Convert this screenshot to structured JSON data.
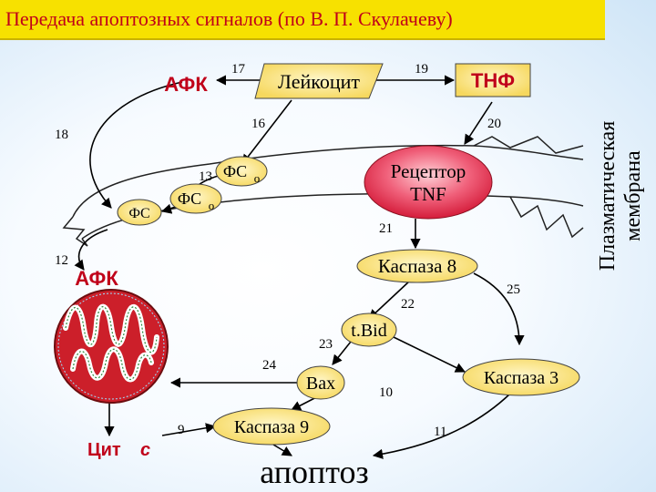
{
  "title": "Передача апоптозных сигналов (по В. П. Скулачеву)",
  "membrane_label_line1": "Плазматическая",
  "membrane_label_line2": "мембрана",
  "nodes": {
    "afk_top": "АФК",
    "leukocyte": "Лейкоцит",
    "tnf": "ТНФ",
    "receptor_line1": "Рецептор",
    "receptor_line2": "TNF",
    "fs": "ФС",
    "fs_o_upper": "ФС",
    "fs_o_upper_sub": "о",
    "fs_o_lower": "ФС",
    "fs_o_lower_sub": "о",
    "caspase8": "Каспаза 8",
    "afk_left": "АФК",
    "tbid": "t.Bid",
    "bax": "Bax",
    "caspase9": "Каспаза 9",
    "caspase3": "Каспаза 3",
    "cyt_c_main": "Цит",
    "cyt_c_letter": "c",
    "apoptosis": "апоптоз"
  },
  "step_numbers": {
    "n17": "17",
    "n19": "19",
    "n16": "16",
    "n20": "20",
    "n18": "18",
    "n13": "13",
    "n21": "21",
    "n12": "12",
    "n25": "25",
    "n22": "22",
    "n23": "23",
    "n24": "24",
    "n10": "10",
    "n9": "9",
    "n11": "11"
  },
  "colors": {
    "title_bg": "#f7e100",
    "title_text": "#c0001a",
    "shape_fill": "#fce588",
    "receptor_fill": "#e8344a",
    "mito_fill": "#cc1f2a",
    "label_red": "#c0001a"
  }
}
